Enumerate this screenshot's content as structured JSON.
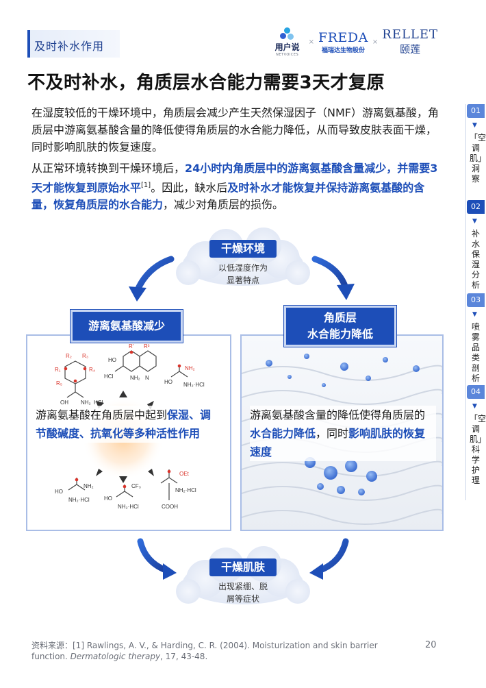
{
  "header": {
    "section_tag": "及时补水作用",
    "logos": {
      "yonghushuo": {
        "name": "用户说",
        "sub": "NETVOICES"
      },
      "separator": "×",
      "freda": {
        "name": "FREDA",
        "sub": "福瑞达生物股份"
      },
      "rellet": {
        "name": "RELLET",
        "sub": "颐莲"
      }
    }
  },
  "title": "不及时补水，角质层水合能力需要3天才复原",
  "paragraph1": "在湿度较低的干燥环境中，角质层会减少产生天然保湿因子（NMF）游离氨基酸，角质层中游离氨基酸含量的降低使得角质层的水合能力降低，从而导致皮肤表面干燥，同时影响肌肤的恢复速度。",
  "paragraph2": {
    "p1": "从正常环境转换到干燥环境后，",
    "h1": "24小时内角质层中的游离氨基酸含量减少，并需要3天才能恢复到原始水平",
    "ref": "[1]",
    "p2": "。因此，缺水后",
    "h2": "及时补水才能恢复并保持游离氨基酸的含量，恢复角质层的水合能力",
    "p3": "，减少对角质层的损伤。"
  },
  "diagram": {
    "top_cloud": {
      "title": "干燥环境",
      "desc_line1": "以低湿度作为",
      "desc_line2": "显著特点"
    },
    "bottom_cloud": {
      "title": "干燥肌肤",
      "desc_line1": "出现紧绷、脱",
      "desc_line2": "屑等症状"
    },
    "left_panel": {
      "label": "游离氨基酸减少",
      "text_p1": "游离氨基酸在角质层中起到",
      "text_h1": "保湿、调节酸碱度、抗氧化等多种活性作用"
    },
    "right_panel": {
      "label_line1": "角质层",
      "label_line2": "水合能力降低",
      "text_p1": "游离氨基酸含量的降低使得角质层的",
      "text_h1": "水合能力降低",
      "text_p2": "，同时",
      "text_h2": "影响肌肤的恢复速度"
    },
    "molecule_labels": {
      "hcl": "HCl",
      "nh2hcl": "NH₂·HCl",
      "oet": "OEt",
      "cooh": "COOH",
      "ho": "HO",
      "oh": "OH",
      "nh2": "NH₂",
      "cf3": "CF₃",
      "r1": "R₁",
      "r2": "R₂",
      "r3": "R₃",
      "r4": "R₄",
      "r5": "R₅",
      "r": "R",
      "rp": "R'",
      "r2p": "R²",
      "r3p": "R³",
      "n": "N"
    }
  },
  "sidebar": {
    "items": [
      {
        "num": "01",
        "text": "「空调肌」洞察"
      },
      {
        "num": "02",
        "text": "补水保湿分析"
      },
      {
        "num": "03",
        "text": "喷雾品类剖析"
      },
      {
        "num": "04",
        "text": "「空调肌」科学护理"
      }
    ],
    "active": "02"
  },
  "footer": {
    "source_prefix": "资料来源：[1] Rawlings, A. V., & Harding, C. R. (2004). Moisturization and skin barrier function. ",
    "journal": "Dermatologic therapy",
    "source_suffix": ", 17, 43-48.",
    "page_number": "20"
  },
  "colors": {
    "accent": "#1d4eb8",
    "panel_border": "#a9bde6",
    "cloud_fill": "#e6ecf7"
  }
}
